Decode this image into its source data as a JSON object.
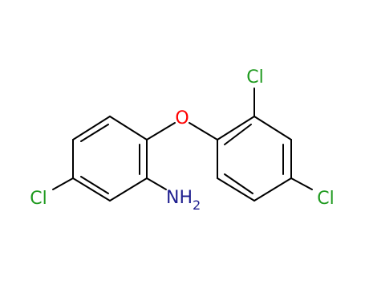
{
  "molecule": {
    "atoms": {
      "oxygen": {
        "label": "O",
        "color": "#ff0000"
      },
      "amine": {
        "label": "NH",
        "subscript": "2",
        "color": "#1f1f8f"
      },
      "chlorine_left": {
        "label": "Cl",
        "color": "#1f9a1f"
      },
      "chlorine_top": {
        "label": "Cl",
        "color": "#1f9a1f"
      },
      "chlorine_right": {
        "label": "Cl",
        "color": "#1f9a1f"
      }
    },
    "bond_color": "#000000",
    "background": "#ffffff"
  }
}
